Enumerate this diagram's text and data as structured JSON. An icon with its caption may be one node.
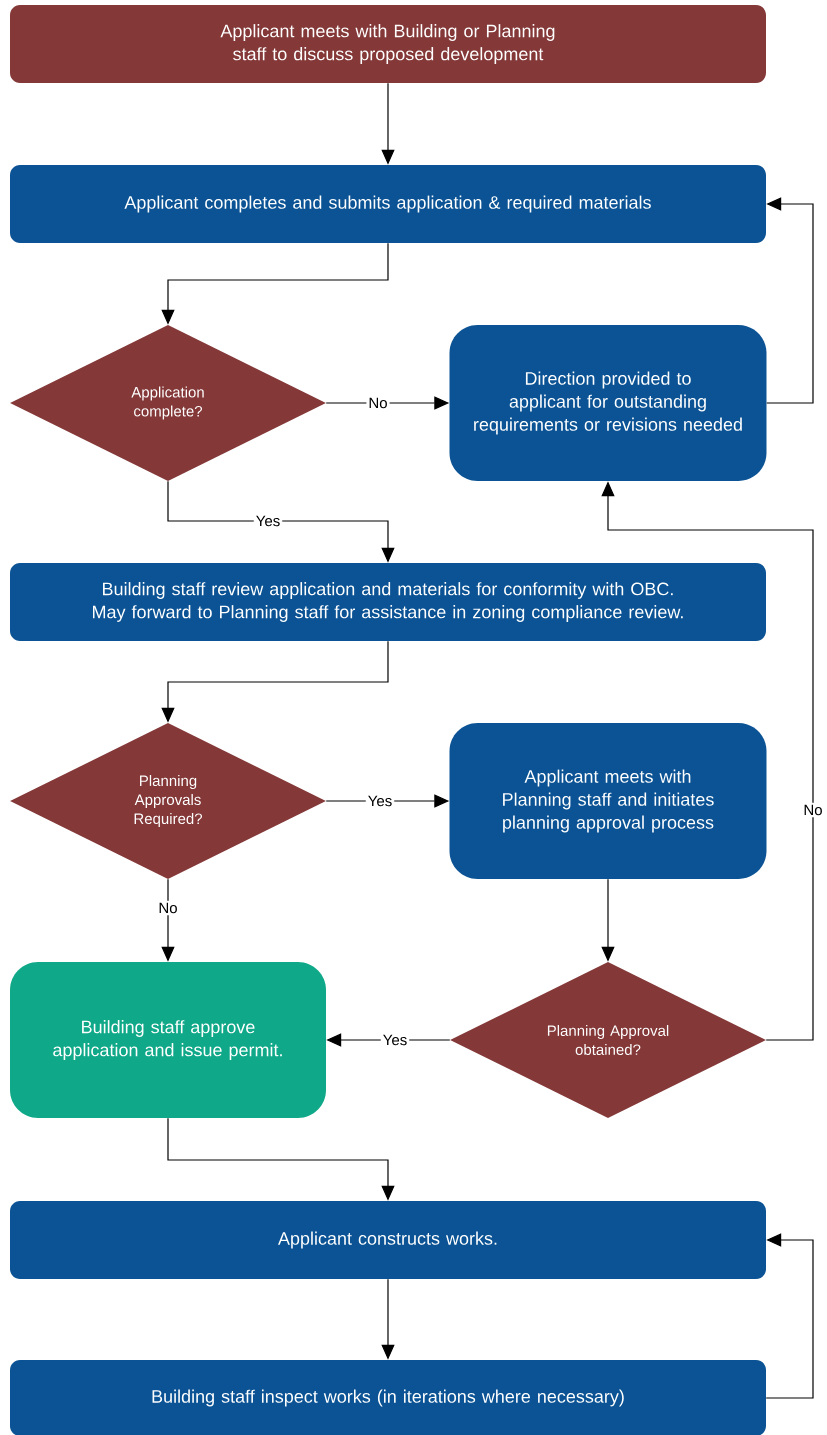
{
  "diagram": {
    "nodes": [
      {
        "text": [
          "Applicant meets with Building or Planning staff to discuss proposed development"
        ]
      },
      {
        "text": [
          "Applicant completes and submits application & required materials"
        ]
      },
      {
        "text": [
          "Application complete?"
        ]
      },
      {
        "text": [
          "Direction provided to applicant for outstanding requirements or revisions needed"
        ]
      },
      {
        "text": [
          "Building staff review application and materials for conformity with OBC. May forward to Planning staff for assistance in zoning compliance review."
        ]
      },
      {
        "text": [
          "Planning Approvals Required?"
        ]
      },
      {
        "text": [
          "Applicant meets with Planning staff and initiates planning approval process"
        ]
      },
      {
        "text": [
          "Building staff approve application and issue permit."
        ]
      },
      {
        "text": [
          "Planning Approval obtained?"
        ]
      },
      {
        "text": [
          "Applicant constructs works."
        ]
      },
      {
        "text": [
          "Building staff inspect works (in iterations where necessary)"
        ]
      }
    ],
    "edges": [
      {
        "from": 0,
        "to": 1,
        "arrow": "to"
      },
      {
        "from": 1,
        "to": 2,
        "arrow": "to"
      },
      {
        "from": 2,
        "to": 3,
        "arrow": "to",
        "label": "No"
      },
      {
        "from": 3,
        "to": 1,
        "arrow": "to"
      },
      {
        "from": 2,
        "to": 4,
        "arrow": "to",
        "label": "Yes"
      },
      {
        "from": 4,
        "to": 5,
        "arrow": "to"
      },
      {
        "from": 5,
        "to": 6,
        "arrow": "to",
        "label": "Yes"
      },
      {
        "from": 5,
        "to": 7,
        "arrow": "to",
        "label": "No"
      },
      {
        "from": 6,
        "to": 8,
        "arrow": "to"
      },
      {
        "from": 8,
        "to": 7,
        "arrow": "to",
        "label": "Yes"
      },
      {
        "from": 8,
        "to": 3,
        "arrow": "to",
        "label": "No"
      },
      {
        "from": 7,
        "to": 9,
        "arrow": "to"
      },
      {
        "from": 9,
        "to": 10,
        "arrow": "to"
      },
      {
        "from": 10,
        "to": 9,
        "arrow": "to"
      }
    ]
  }
}
